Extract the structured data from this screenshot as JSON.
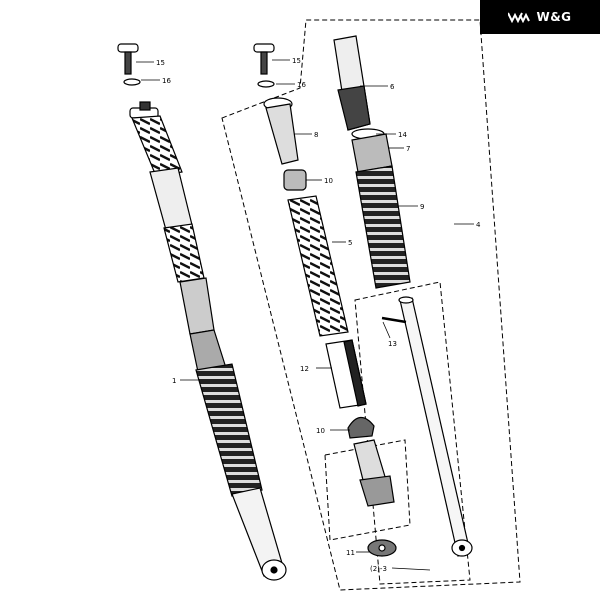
{
  "brand": {
    "logo_text": "W&G",
    "logo_icon": "ww-mark-icon",
    "background": "#000000",
    "color": "#ffffff"
  },
  "callouts": {
    "c1": "1",
    "c3": "(2)-3",
    "c4": "4",
    "c5": "5",
    "c6": "6",
    "c7": "7",
    "c8": "8",
    "c9": "9",
    "c10a": "10",
    "c10b": "10",
    "c11": "11",
    "c12": "12",
    "c13": "13",
    "c14": "14",
    "c15a": "15",
    "c15b": "15",
    "c16a": "16",
    "c16b": "16"
  }
}
